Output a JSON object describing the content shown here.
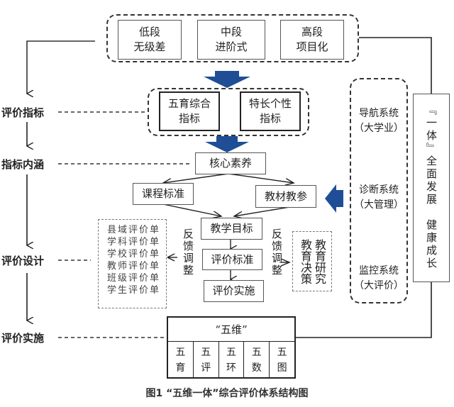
{
  "stages": {
    "items": [
      {
        "line1": "低段",
        "line2": "无级差"
      },
      {
        "line1": "中段",
        "line2": "进阶式"
      },
      {
        "line1": "高段",
        "line2": "项目化"
      }
    ]
  },
  "side_labels": {
    "indicator": "评价指标",
    "connotation": "指标内涵",
    "design": "评价设计",
    "implementation": "评价实施"
  },
  "indicators": [
    {
      "line1": "五育综合",
      "line2": "指标"
    },
    {
      "line1": "特长个性",
      "line2": "指标"
    }
  ],
  "core": "核心素养",
  "curriculum_standard": "课程标准",
  "textbook_reference": "教材教参",
  "teaching_goal": "教学目标",
  "evaluation_standard": "评价标准",
  "evaluation_implementation": "评价实施",
  "feedback_left": "反馈调整",
  "feedback_right": "反馈调整",
  "forms": [
    "县域评价单",
    "学科评价单",
    "学校评价单",
    "教师评价单",
    "班级评价单",
    "学生评价单"
  ],
  "research": {
    "col1": "教育研究",
    "col2": "教育决策"
  },
  "systems": [
    {
      "name": "导航系统",
      "sub": "（大学业）"
    },
    {
      "name": "诊断系统",
      "sub": "（大管理）"
    },
    {
      "name": "监控系统",
      "sub": "（大评价）"
    }
  ],
  "integration": {
    "part1": "『一体』全面发展",
    "part2": "健康成长"
  },
  "five_dim": {
    "title": "“五维”",
    "cells": [
      {
        "line1": "五",
        "line2": "育"
      },
      {
        "line1": "五",
        "line2": "评"
      },
      {
        "line1": "五",
        "line2": "环"
      },
      {
        "line1": "五",
        "line2": "数"
      },
      {
        "line1": "五",
        "line2": "图"
      }
    ]
  },
  "caption": "图1 “五维一体”综合评价体系结构图",
  "colors": {
    "arrow": "#1f4e96",
    "arrow_light": "#3b6fc2"
  }
}
